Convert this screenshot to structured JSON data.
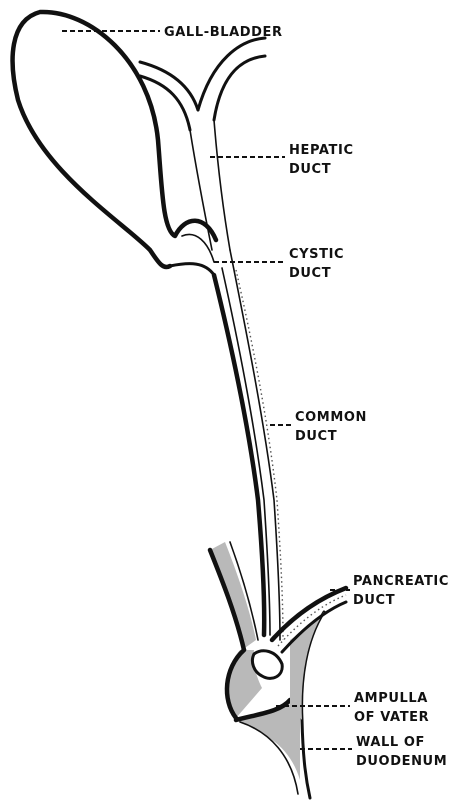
{
  "labels": {
    "gall_bladder": "GALL-BLADDER",
    "hepatic_duct": [
      "HEPATIC",
      "DUCT"
    ],
    "cystic_duct": [
      "CYSTIC",
      "DUCT"
    ],
    "common_duct": [
      "COMMON",
      "DUCT"
    ],
    "pancreatic_duct": [
      "PANCREATIC",
      "DUCT"
    ],
    "ampulla_of_vater": [
      "AMPULLA",
      "OF VATER"
    ],
    "wall_of_duodenum": [
      "WALL OF",
      "DUODENUM"
    ]
  },
  "colors": {
    "ink": "#111111",
    "stipple": "#b9b9b9",
    "background": "#ffffff"
  }
}
